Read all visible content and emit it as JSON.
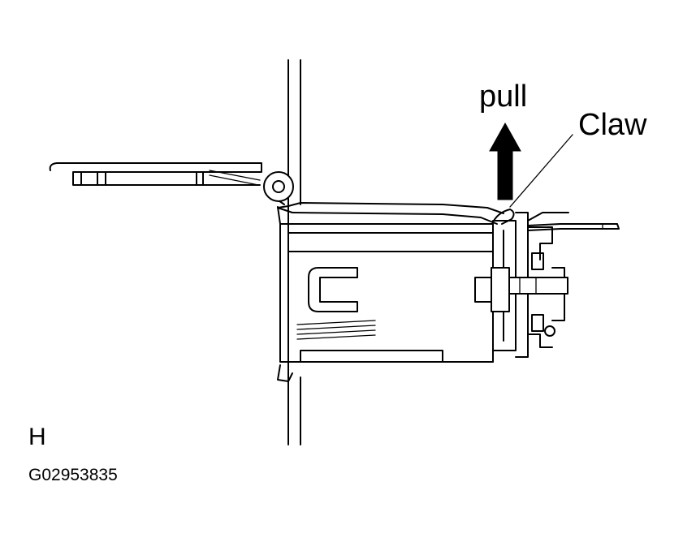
{
  "labels": {
    "pull": "pull",
    "claw": "Claw",
    "view_letter": "H",
    "figure_code": "G02953835"
  },
  "icons": {
    "arrow": "up-arrow-icon"
  },
  "colors": {
    "ink": "#000000",
    "paper": "#ffffff"
  }
}
